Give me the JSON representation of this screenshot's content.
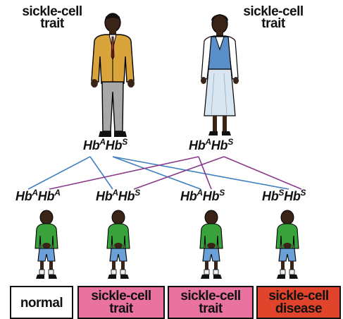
{
  "parents": {
    "father": {
      "label_line1": "sickle-cell",
      "label_line2": "trait",
      "genotype": {
        "a1": "Hb",
        "s1": "A",
        "a2": "Hb",
        "s2": "S"
      }
    },
    "mother": {
      "label_line1": "sickle-cell",
      "label_line2": "trait",
      "genotype": {
        "a1": "Hb",
        "s1": "A",
        "a2": "Hb",
        "s2": "S"
      }
    }
  },
  "children": [
    {
      "genotype": {
        "a1": "Hb",
        "s1": "A",
        "a2": "Hb",
        "s2": "A"
      },
      "status_line1": "normal",
      "status_line2": "",
      "box_color": "#ffffff",
      "text_color": "#111111"
    },
    {
      "genotype": {
        "a1": "Hb",
        "s1": "A",
        "a2": "Hb",
        "s2": "S"
      },
      "status_line1": "sickle-cell",
      "status_line2": "trait",
      "box_color": "#e9739e",
      "text_color": "#111111"
    },
    {
      "genotype": {
        "a1": "Hb",
        "s1": "A",
        "a2": "Hb",
        "s2": "S"
      },
      "status_line1": "sickle-cell",
      "status_line2": "trait",
      "box_color": "#e9739e",
      "text_color": "#111111"
    },
    {
      "genotype": {
        "a1": "Hb",
        "s1": "S",
        "a2": "Hb",
        "s2": "S"
      },
      "status_line1": "sickle-cell",
      "status_line2": "disease",
      "box_color": "#e0442a",
      "text_color": "#111111"
    }
  ],
  "colors": {
    "father_lines": "#3f7fbf",
    "mother_lines": "#8a3a8a"
  }
}
